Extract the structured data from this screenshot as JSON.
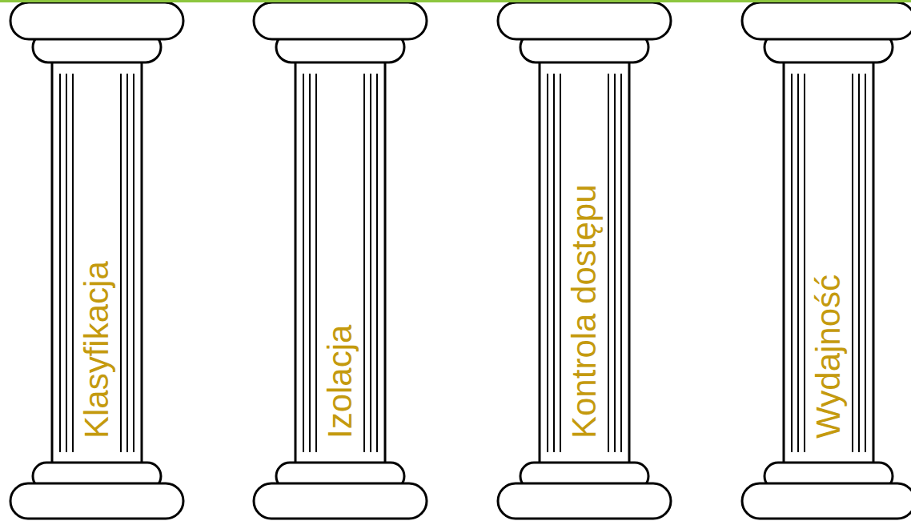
{
  "diagram": {
    "nodes": [
      {
        "text": [
          "Klasyfikacja"
        ]
      },
      {
        "text": [
          "Izolacja"
        ]
      },
      {
        "text": [
          "Kontrola dostępu"
        ]
      },
      {
        "text": [
          "Wydajność"
        ]
      }
    ]
  }
}
